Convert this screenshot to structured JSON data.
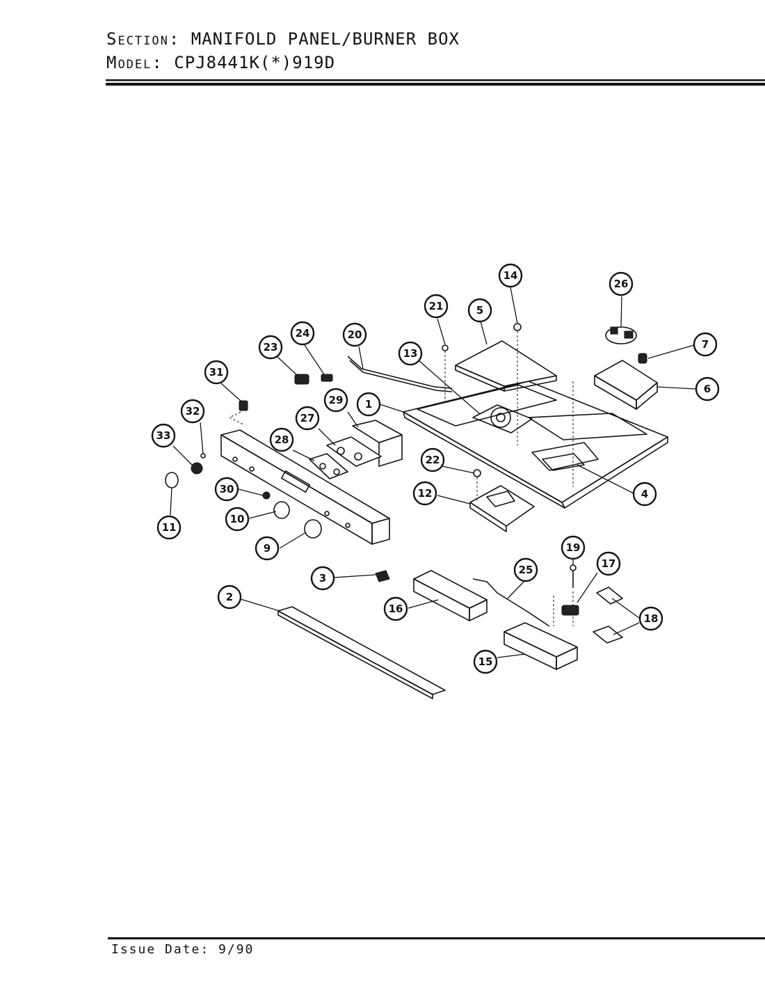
{
  "header": {
    "section_label": "Section:",
    "section_value": "MANIFOLD PANEL/BURNER BOX",
    "model_label": "Model:",
    "model_value": "CPJ8441K(*)919D"
  },
  "footer": {
    "issue_date": "Issue Date: 9/90"
  },
  "callouts": [
    "1",
    "2",
    "3",
    "4",
    "5",
    "6",
    "7",
    "9",
    "10",
    "11",
    "12",
    "13",
    "14",
    "15",
    "16",
    "17",
    "18",
    "19",
    "20",
    "21",
    "22",
    "23",
    "24",
    "25",
    "26",
    "27",
    "28",
    "29",
    "30",
    "31",
    "32",
    "33"
  ],
  "colors": {
    "ink": "#111111",
    "paper": "#ffffff"
  }
}
